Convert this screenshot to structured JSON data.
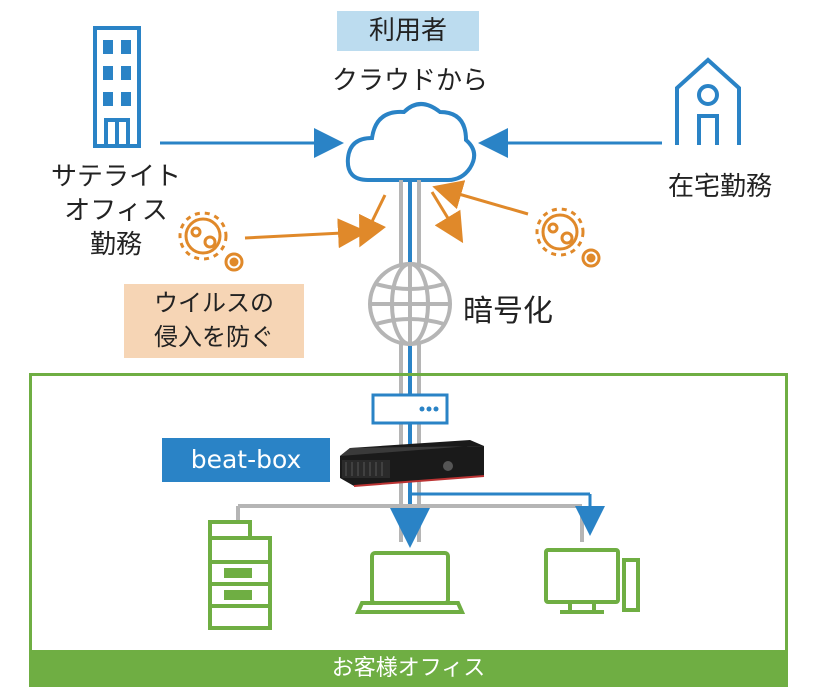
{
  "labels": {
    "user": "利用者",
    "from_cloud": "クラウドから",
    "satellite_office": [
      "サテライト",
      "オフィス",
      "勤務"
    ],
    "remote_work": "在宅勤務",
    "virus": [
      "ウイルスの",
      "侵入を防ぐ"
    ],
    "encryption": "暗号化",
    "device_name": "beat-box",
    "customer_office": "お客様オフィス"
  },
  "colors": {
    "blue": "#2a83c6",
    "orange": "#e0892a",
    "green": "#6fae43",
    "gray": "#b5b5b5",
    "user_tag_bg": "#bcdcef",
    "virus_tag_bg": "#f6d5b5"
  }
}
